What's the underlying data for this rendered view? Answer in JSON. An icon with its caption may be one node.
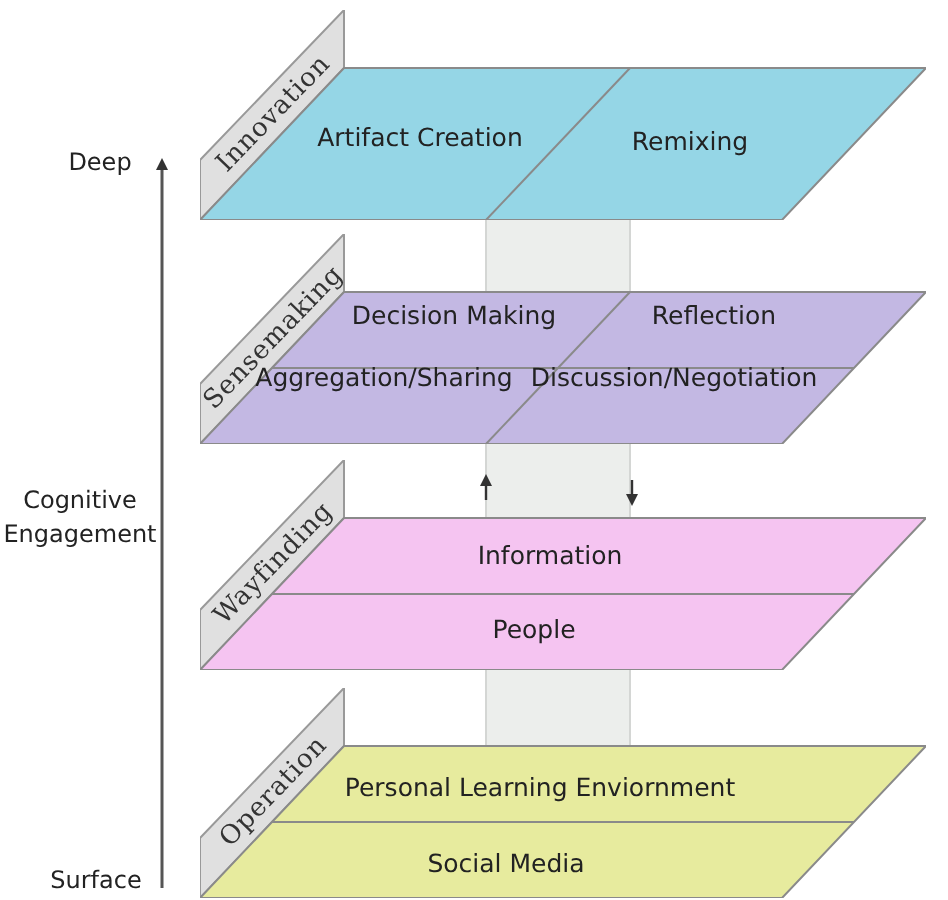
{
  "diagram": {
    "nodes": [
      {
        "text": [
          "Innovation"
        ]
      },
      {
        "text": [
          "Artifact Creation"
        ],
        "in": 0
      },
      {
        "text": [
          "Remixing"
        ],
        "in": 0
      },
      {
        "text": [
          "Sensemaking"
        ]
      },
      {
        "text": [
          "Decision Making"
        ],
        "in": 3
      },
      {
        "text": [
          "Reflection"
        ],
        "in": 3
      },
      {
        "text": [
          "Aggregation/Sharing"
        ],
        "in": 3
      },
      {
        "text": [
          "Discussion/Negotiation"
        ],
        "in": 3
      },
      {
        "text": [
          "Wayfinding"
        ]
      },
      {
        "text": [
          "Information"
        ],
        "in": 8
      },
      {
        "text": [
          "People"
        ],
        "in": 8
      },
      {
        "text": [
          "Operation"
        ]
      },
      {
        "text": [
          "Personal Learning Enviornment"
        ],
        "in": 11
      },
      {
        "text": [
          "Social Media"
        ],
        "in": 11
      }
    ],
    "edges": [],
    "labels": [
      "Deep",
      "Cognitive Engagement",
      "Surface"
    ]
  }
}
